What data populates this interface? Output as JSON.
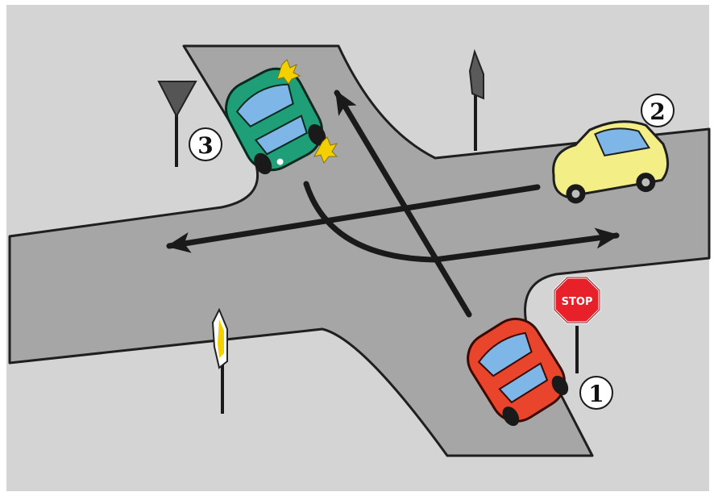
{
  "scene": {
    "colors": {
      "background": "#d4d4d4",
      "road": "#a6a6a6",
      "road_edge": "#1f1f1f",
      "arrow": "#1a1a1a",
      "car1_body": "#e8452c",
      "car2_body": "#f3ee86",
      "car3_body": "#1f9f77",
      "window": "#7fb6e8",
      "indicator": "#f5d000",
      "stop_sign": "#e8202a"
    },
    "markers": {
      "car1": "1",
      "car2": "2",
      "car3": "3"
    },
    "signs": {
      "stop_text": "STOP",
      "stop_icon": "stop-sign",
      "yield_icon": "yield-sign",
      "priority_icon": "priority-road-sign",
      "post_left_icon": "priority-road-sign-side-view"
    },
    "vehicles": [
      {
        "id": "car1",
        "icon": "red-car",
        "approach": "south"
      },
      {
        "id": "car2",
        "icon": "yellow-car",
        "approach": "east"
      },
      {
        "id": "car3",
        "icon": "green-car",
        "approach": "north",
        "indicator": "blinking"
      }
    ]
  }
}
